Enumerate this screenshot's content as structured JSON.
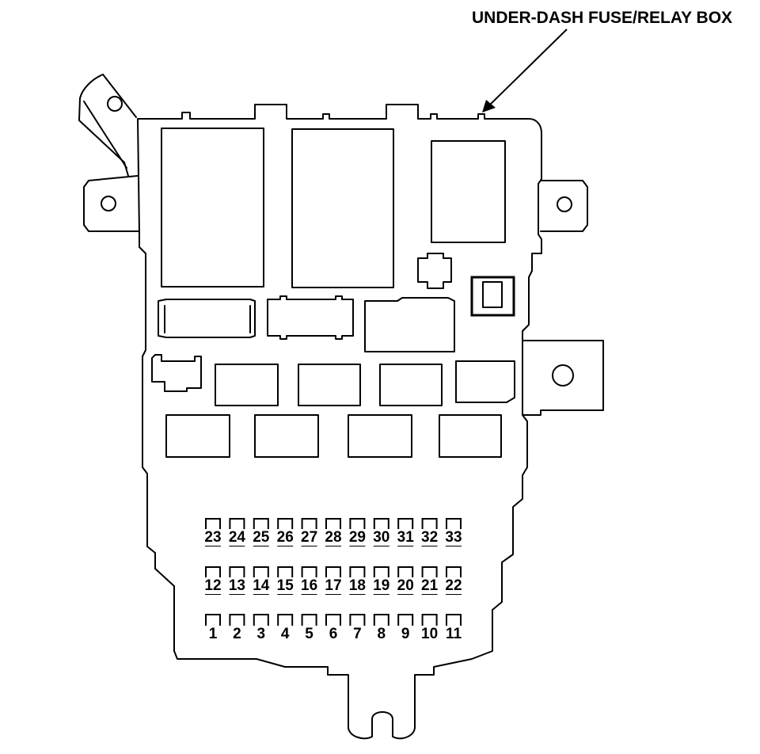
{
  "callout": {
    "label": "UNDER-DASH FUSE/RELAY BOX"
  },
  "fuses": {
    "row_top": [
      "23",
      "24",
      "25",
      "26",
      "27",
      "28",
      "29",
      "30",
      "31",
      "32",
      "33"
    ],
    "row_middle": [
      "12",
      "13",
      "14",
      "15",
      "16",
      "17",
      "18",
      "19",
      "20",
      "21",
      "22"
    ],
    "row_bottom": [
      "1",
      "2",
      "3",
      "4",
      "5",
      "6",
      "7",
      "8",
      "9",
      "10",
      "11"
    ]
  }
}
